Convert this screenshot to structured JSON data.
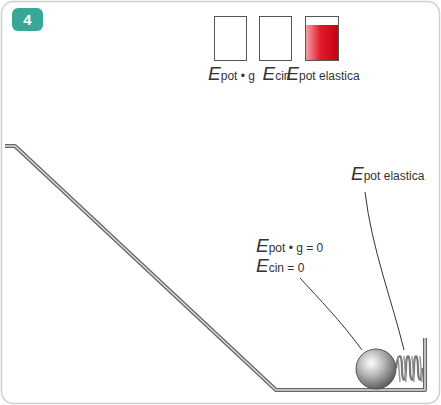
{
  "diagram": {
    "nodes": [
      {
        "text": [
          "4"
        ]
      },
      {
        "text": [
          "Epot • g"
        ]
      },
      {
        "text": [
          "Ecin"
        ]
      },
      {
        "text": [
          "Epot elastica"
        ]
      }
    ],
    "labels": [
      "Epot • g = 0",
      "Ecin = 0",
      "Epot elastica"
    ]
  }
}
